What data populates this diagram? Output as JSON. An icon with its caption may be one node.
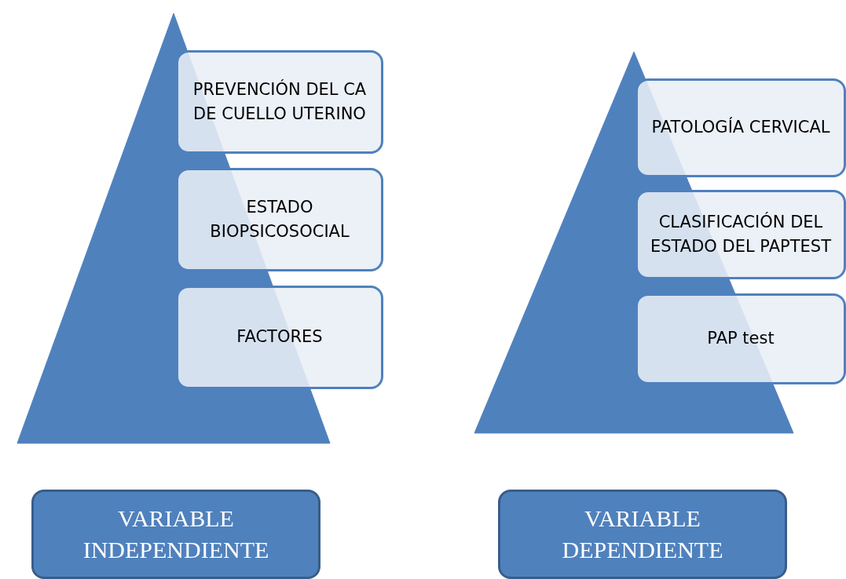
{
  "diagram": {
    "nodes": [
      {
        "text": [],
        "shape": "triangle"
      },
      {
        "text": [
          "PREVENCIÓN DEL CA DE CUELLO UTERINO"
        ]
      },
      {
        "text": [
          "ESTADO BIOPSICOSOCIAL"
        ]
      },
      {
        "text": [
          "FACTORES"
        ]
      },
      {
        "text": [],
        "shape": "triangle"
      },
      {
        "text": [
          "PATOLOGÍA CERVICAL"
        ]
      },
      {
        "text": [
          "CLASIFICACIÓN DEL ESTADO DEL PAPTEST"
        ]
      },
      {
        "text": [
          "PAP test"
        ]
      },
      {
        "text": [
          "VARIABLE INDEPENDIENTE"
        ]
      },
      {
        "text": [
          "VARIABLE DEPENDIENTE"
        ]
      }
    ],
    "edges": []
  }
}
